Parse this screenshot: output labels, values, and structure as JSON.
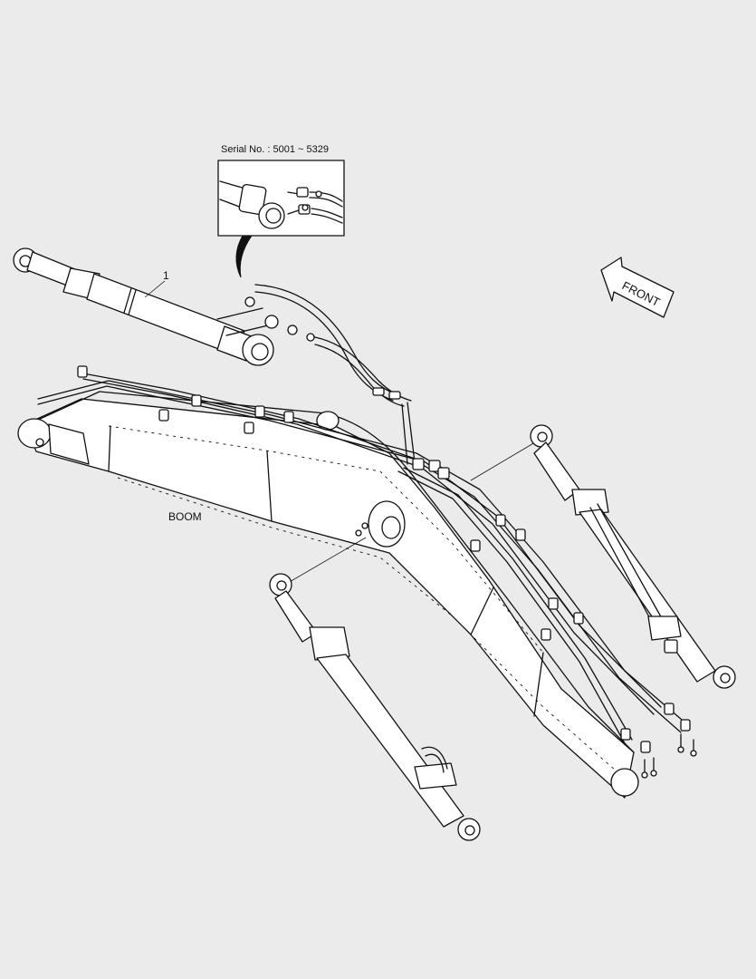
{
  "inset": {
    "serial_label": "Serial No. : 5001 ~ 5329"
  },
  "callouts": {
    "part_1": "1"
  },
  "labels": {
    "boom": "BOOM",
    "front": "FRONT"
  }
}
